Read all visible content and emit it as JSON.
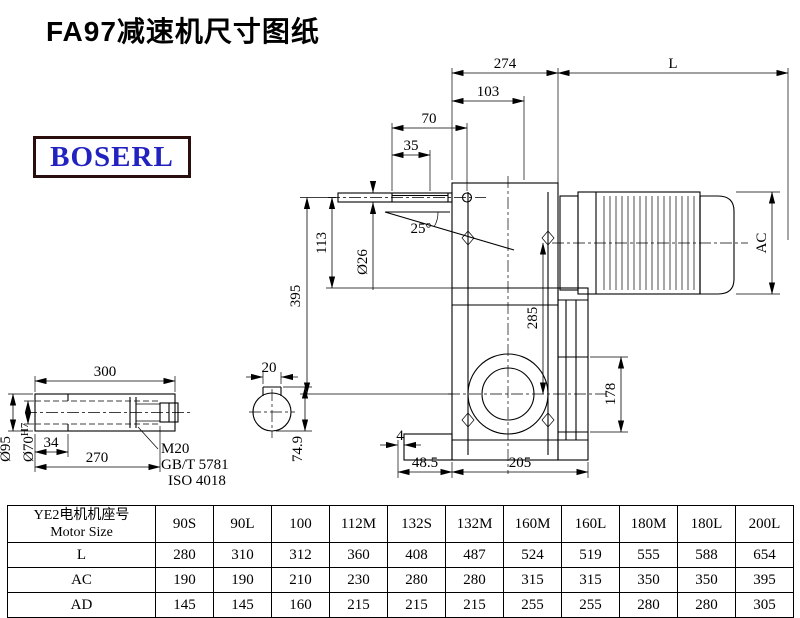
{
  "page": {
    "title": "FA97减速机尺寸图纸"
  },
  "logo": {
    "text": "BOSERL",
    "text_color": "#2222c0",
    "border_color": "#2a0e0e"
  },
  "main_view": {
    "dim_274": "274",
    "dim_L": "L",
    "dim_103": "103",
    "dim_70": "70",
    "dim_35": "35",
    "angle_25": "25°",
    "dim_d26": "Ø26",
    "dim_113": "113",
    "dim_395": "395",
    "dim_285": "285",
    "dim_AC": "AC",
    "dim_178": "178",
    "dim_4": "4",
    "dim_48_5": "48.5",
    "dim_205": "205"
  },
  "shaft_view": {
    "dim_300": "300",
    "dim_34": "34",
    "dim_270": "270",
    "dim_d95": "Ø95",
    "dim_d70": "Ø70",
    "dim_d70_tol": "H7",
    "note_m20": "M20",
    "note_gb": "GB/T 5781",
    "note_iso": "ISO 4018"
  },
  "key_view": {
    "dim_20": "20",
    "dim_74_9": "74.9"
  },
  "table": {
    "header_line1": "YE2电机机座号",
    "header_line2": "Motor Size",
    "columns": [
      "90S",
      "90L",
      "100",
      "112M",
      "132S",
      "132M",
      "160M",
      "160L",
      "180M",
      "180L",
      "200L"
    ],
    "rows": [
      {
        "label": "L",
        "values": [
          "280",
          "310",
          "312",
          "360",
          "408",
          "487",
          "524",
          "519",
          "555",
          "588",
          "654"
        ]
      },
      {
        "label": "AC",
        "values": [
          "190",
          "190",
          "210",
          "230",
          "280",
          "280",
          "315",
          "315",
          "350",
          "350",
          "395"
        ]
      },
      {
        "label": "AD",
        "values": [
          "145",
          "145",
          "160",
          "215",
          "215",
          "215",
          "255",
          "255",
          "280",
          "280",
          "305"
        ]
      }
    ]
  }
}
